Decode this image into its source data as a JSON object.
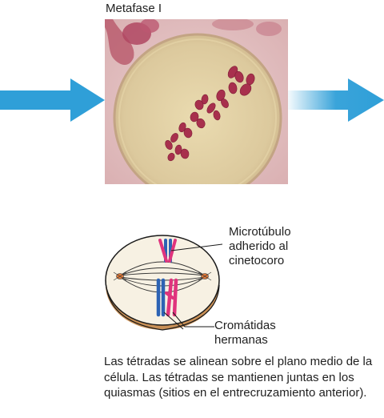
{
  "title": "Metafase I",
  "labels": {
    "microtubule": "Microtúbulo adherido al cinetocoro",
    "chromatids": "Cromátidas hermanas"
  },
  "caption": "Las tétradas se alinean sobre el plano medio de la célula. Las tétradas se mantienen juntas en los quiasmas (sitios en el entrecruzamiento anterior).",
  "colors": {
    "arrow": "#2f9fd8",
    "chromosome_blue": "#2d63b4",
    "chromosome_pink": "#e0347d",
    "cell_fill": "#f7f1e3",
    "micrograph_background": "#e5c7c7"
  },
  "icons": [
    "left-arrow-icon",
    "right-arrow-icon"
  ]
}
